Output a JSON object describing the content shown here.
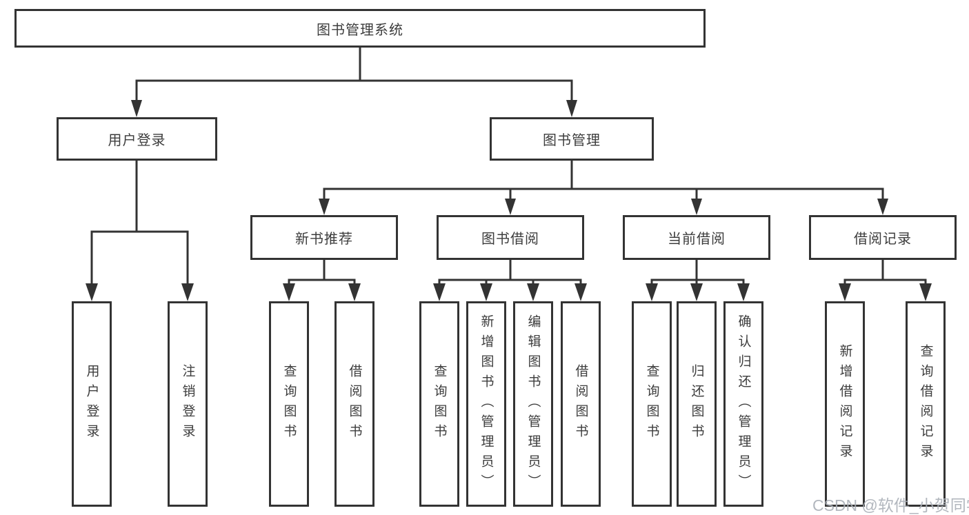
{
  "diagram": {
    "type": "hierarchy-tree",
    "root": {
      "label": "图书管理系统"
    },
    "level2": [
      {
        "label": "用户登录"
      },
      {
        "label": "图书管理"
      }
    ],
    "level3": [
      {
        "label": "新书推荐"
      },
      {
        "label": "图书借阅"
      },
      {
        "label": "当前借阅"
      },
      {
        "label": "借阅记录"
      }
    ],
    "leaves": {
      "user_login": [
        "用户登录",
        "注销登录"
      ],
      "new_books": [
        "查询图书",
        "借阅图书"
      ],
      "book_borrow": [
        "查询图书",
        "新增图书（管理员）",
        "编辑图书（管理员）",
        "借阅图书"
      ],
      "current_borrow": [
        "查询图书",
        "归还图书",
        "确认归还（管理员）"
      ],
      "borrow_records": [
        "新增借阅记录",
        "查询借阅记录"
      ]
    },
    "colors": {
      "line": "#333333",
      "text": "#3c3c3c",
      "background": "#ffffff",
      "watermark": "#aaafb7"
    }
  },
  "watermark": {
    "text": "CSDN @软件_小贺同学"
  }
}
